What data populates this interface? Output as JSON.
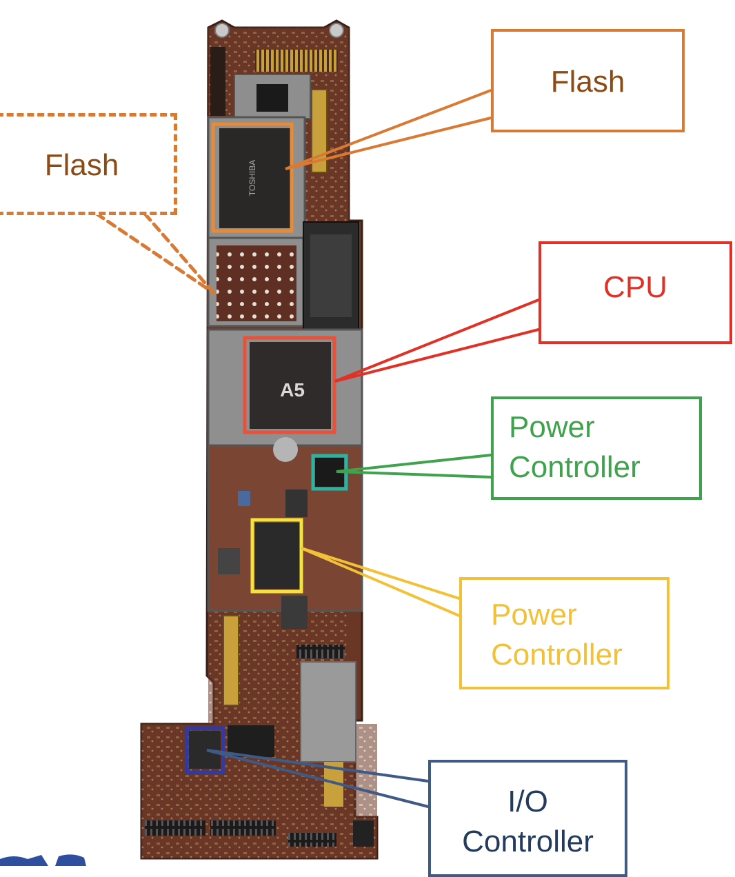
{
  "labels": {
    "flash_top": "Flash",
    "flash_left": "Flash",
    "cpu": "CPU",
    "power_controller_green_line1": "Power",
    "power_controller_green_line2": "Controller",
    "power_controller_yellow_line1": "Power",
    "power_controller_yellow_line2": "Controller",
    "io_line1": "I/O",
    "io_line2": "Controller"
  },
  "chip_markings": {
    "cpu": "A5",
    "flash": "TOSHIBA"
  },
  "colors": {
    "flash": "#d97a34",
    "cpu": "#e03127",
    "power_green": "#3fa34d",
    "teal_highlight": "#2ab3a3",
    "power_yellow": "#f3e33a",
    "io": "#3e5a85",
    "board": "#6a3626"
  }
}
